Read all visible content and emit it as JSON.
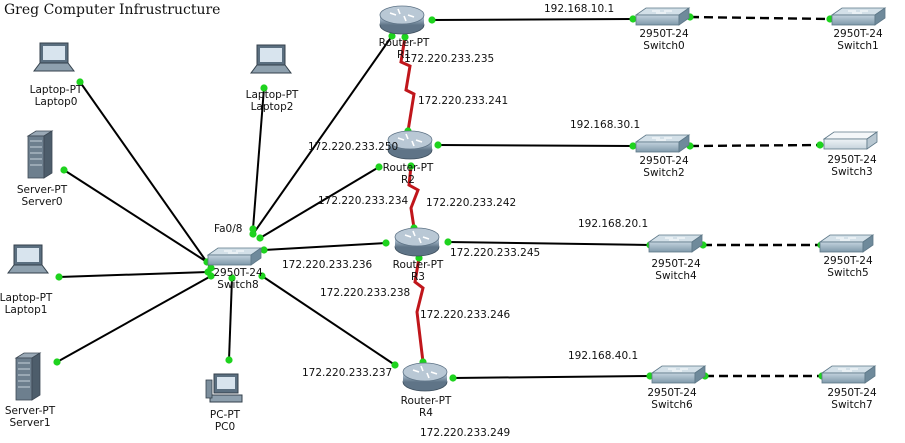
{
  "title": "Greg Computer Infrustructure",
  "colors": {
    "link": "#000000",
    "serial": "#c0161b",
    "port": "#1ed31e",
    "router_body": "#8fa3b5",
    "switch_body": "#8ea8b8"
  },
  "devices": [
    {
      "id": "r1",
      "kind": "router",
      "labels": [
        "Router-PT",
        "R1"
      ]
    },
    {
      "id": "r2",
      "kind": "router",
      "labels": [
        "Router-PT",
        "R2"
      ]
    },
    {
      "id": "r3",
      "kind": "router",
      "labels": [
        "Router-PT",
        "R3"
      ]
    },
    {
      "id": "r4",
      "kind": "router",
      "labels": [
        "Router-PT",
        "R4"
      ]
    },
    {
      "id": "sw8",
      "kind": "switch",
      "labels": [
        "2950T-24",
        "Switch8"
      ]
    },
    {
      "id": "sw0",
      "kind": "switch",
      "labels": [
        "2950T-24",
        "Switch0"
      ]
    },
    {
      "id": "sw1",
      "kind": "switch",
      "labels": [
        "2950T-24",
        "Switch1"
      ]
    },
    {
      "id": "sw2",
      "kind": "switch",
      "labels": [
        "2950T-24",
        "Switch2"
      ]
    },
    {
      "id": "sw3",
      "kind": "switch-light",
      "labels": [
        "2950T-24",
        "Switch3"
      ]
    },
    {
      "id": "sw4",
      "kind": "switch",
      "labels": [
        "2950T-24",
        "Switch4"
      ]
    },
    {
      "id": "sw5",
      "kind": "switch",
      "labels": [
        "2950T-24",
        "Switch5"
      ]
    },
    {
      "id": "sw6",
      "kind": "switch",
      "labels": [
        "2950T-24",
        "Switch6"
      ]
    },
    {
      "id": "sw7",
      "kind": "switch",
      "labels": [
        "2950T-24",
        "Switch7"
      ]
    },
    {
      "id": "lap0",
      "kind": "laptop",
      "labels": [
        "Laptop-PT",
        "Laptop0"
      ]
    },
    {
      "id": "lap1",
      "kind": "laptop",
      "labels": [
        "Laptop-PT",
        "Laptop1"
      ]
    },
    {
      "id": "lap2",
      "kind": "laptop",
      "labels": [
        "Laptop-PT",
        "Laptop2"
      ]
    },
    {
      "id": "srv0",
      "kind": "server",
      "labels": [
        "Server-PT",
        "Server0"
      ]
    },
    {
      "id": "srv1",
      "kind": "server",
      "labels": [
        "Server-PT",
        "Server1"
      ]
    },
    {
      "id": "pc0",
      "kind": "pc",
      "labels": [
        "PC-PT",
        "PC0"
      ]
    }
  ],
  "links": [
    {
      "a": "sw8",
      "b": "lap0",
      "type": "straight"
    },
    {
      "a": "sw8",
      "b": "lap1",
      "type": "straight"
    },
    {
      "a": "sw8",
      "b": "lap2",
      "type": "straight"
    },
    {
      "a": "sw8",
      "b": "srv0",
      "type": "straight"
    },
    {
      "a": "sw8",
      "b": "srv1",
      "type": "straight"
    },
    {
      "a": "sw8",
      "b": "pc0",
      "type": "straight"
    },
    {
      "a": "sw8",
      "b": "r1",
      "type": "straight"
    },
    {
      "a": "sw8",
      "b": "r2",
      "type": "straight"
    },
    {
      "a": "sw8",
      "b": "r3",
      "type": "straight"
    },
    {
      "a": "sw8",
      "b": "r4",
      "type": "straight"
    },
    {
      "a": "r1",
      "b": "r2",
      "type": "serial"
    },
    {
      "a": "r2",
      "b": "r3",
      "type": "serial"
    },
    {
      "a": "r3",
      "b": "r4",
      "type": "serial"
    },
    {
      "a": "r1",
      "b": "sw0",
      "type": "straight"
    },
    {
      "a": "r2",
      "b": "sw2",
      "type": "straight"
    },
    {
      "a": "r3",
      "b": "sw4",
      "type": "straight"
    },
    {
      "a": "r4",
      "b": "sw6",
      "type": "straight"
    },
    {
      "a": "sw0",
      "b": "sw1",
      "type": "crossover"
    },
    {
      "a": "sw2",
      "b": "sw3",
      "type": "crossover"
    },
    {
      "a": "sw4",
      "b": "sw5",
      "type": "crossover"
    },
    {
      "a": "sw6",
      "b": "sw7",
      "type": "crossover"
    }
  ],
  "annotations": [
    "192.168.10.1",
    "192.168.30.1",
    "192.168.20.1",
    "192.168.40.1",
    "172.220.233.235",
    "172.220.233.241",
    "172.220.233.250",
    "172.220.233.234",
    "172.220.233.242",
    "172.220.233.236",
    "172.220.233.245",
    "172.220.233.238",
    "172.220.233.246",
    "172.220.233.237",
    "172.220.233.249",
    "Fa0/8"
  ]
}
